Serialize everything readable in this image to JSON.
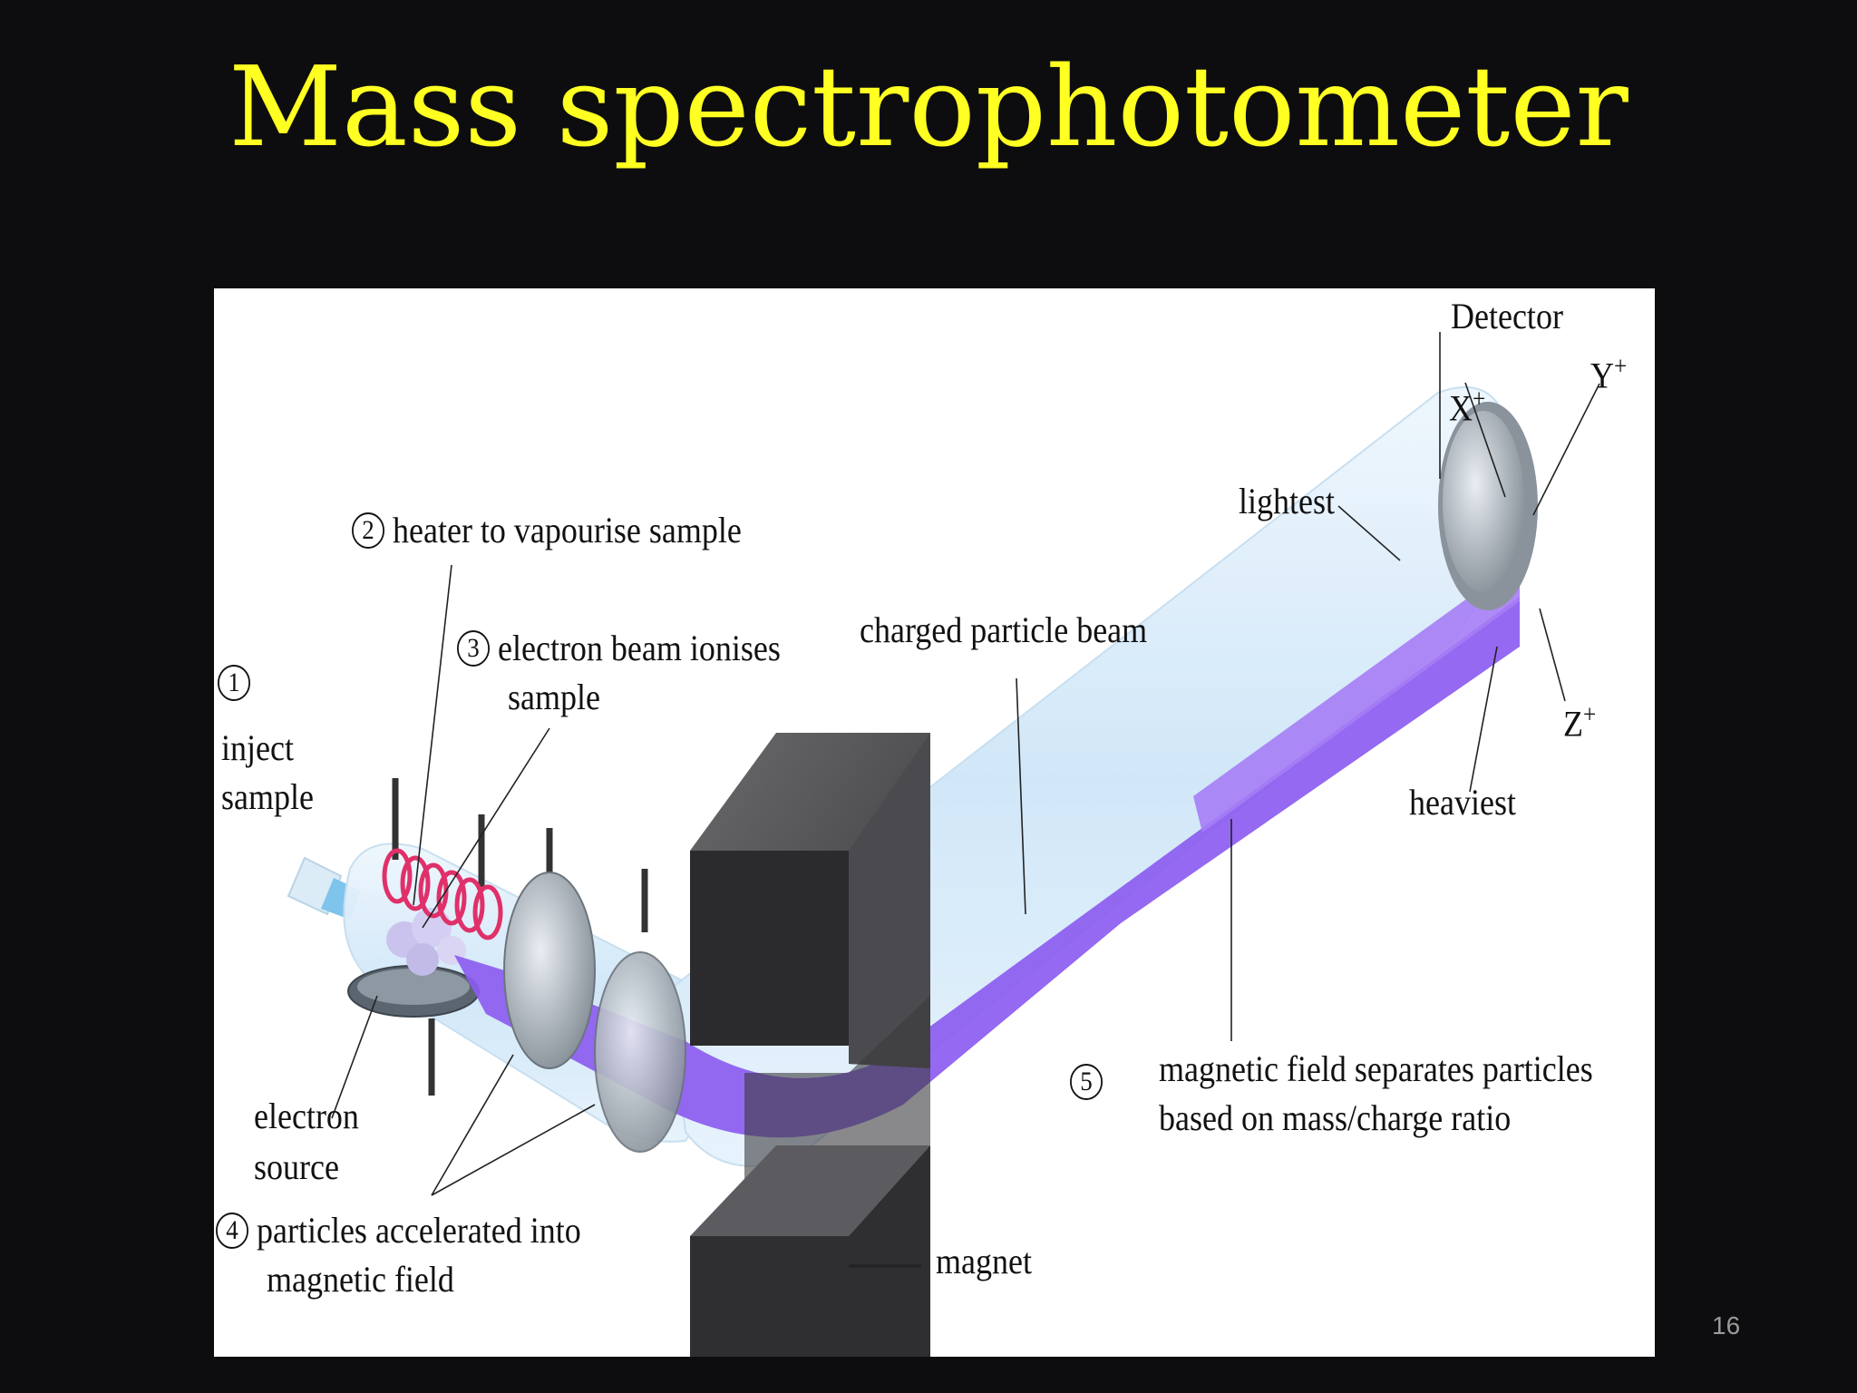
{
  "slide": {
    "title": "Mass spectrophotometer",
    "page_number": "16"
  },
  "diagram": {
    "steps": {
      "step1": {
        "number": "1",
        "line1": "inject",
        "line2": "sample"
      },
      "step2": {
        "number": "2",
        "text": "heater to vapourise sample"
      },
      "step3": {
        "number": "3",
        "line1": "electron beam ionises",
        "line2": "sample"
      },
      "step4": {
        "number": "4",
        "line1": "particles accelerated into",
        "line2": "magnetic field"
      },
      "step5": {
        "number": "5",
        "line1": "magnetic field separates particles",
        "line2": "based on mass/charge ratio"
      }
    },
    "labels": {
      "electron_source_1": "electron",
      "electron_source_2": "source",
      "charged_particle_beam": "charged particle beam",
      "magnet": "magnet",
      "detector": "Detector",
      "lightest": "lightest",
      "heaviest": "heaviest"
    },
    "ions": {
      "x": {
        "letter": "X",
        "charge": "+"
      },
      "y": {
        "letter": "Y",
        "charge": "+"
      },
      "z": {
        "letter": "Z",
        "charge": "+"
      }
    },
    "colors": {
      "beam": "#8c5cf0",
      "tube": "#d6ebfa",
      "coil": "#e0306a",
      "magnet": "#3a3a3c",
      "title": "#ffff22"
    }
  }
}
